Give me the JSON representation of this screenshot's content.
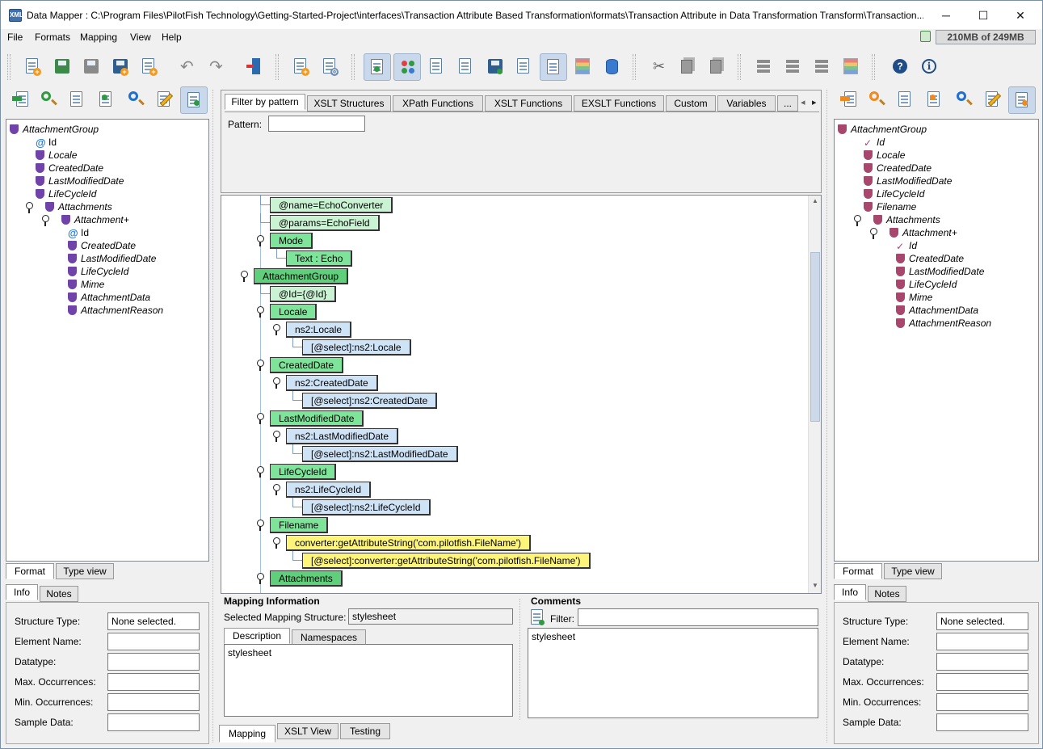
{
  "window": {
    "title": "Data Mapper : C:\\Program Files\\PilotFish Technology\\Getting-Started-Project\\interfaces\\Transaction Attribute Based Transformation\\formats\\Transaction Attribute in Data Transformation Transform\\Transaction...",
    "minimize": "─",
    "maximize": "☐",
    "close": "✕",
    "icon_text": "XML"
  },
  "menu": {
    "file": "File",
    "formats": "Formats",
    "mapping": "Mapping",
    "view": "View",
    "help": "Help"
  },
  "memory": "210MB of 249MB",
  "function_tabs": [
    "Filter by pattern",
    "XSLT Structures",
    "XPath Functions",
    "XSLT Functions",
    "EXSLT Functions",
    "Custom",
    "Variables",
    "..."
  ],
  "tab_arrows": {
    "left": "◂",
    "right": "▸"
  },
  "pattern": {
    "label": "Pattern:",
    "value": ""
  },
  "source_tree": [
    {
      "label": "AttachmentGroup",
      "icon": "element-icon",
      "level": 0,
      "key": false,
      "italic": true
    },
    {
      "label": "Id",
      "icon": "attribute-icon",
      "level": 1,
      "key": false,
      "italic": false
    },
    {
      "label": "Locale",
      "icon": "element-icon",
      "level": 1,
      "key": false,
      "italic": true
    },
    {
      "label": "CreatedDate",
      "icon": "element-icon",
      "level": 1,
      "key": false,
      "italic": true
    },
    {
      "label": "LastModifiedDate",
      "icon": "element-icon",
      "level": 1,
      "key": false,
      "italic": true
    },
    {
      "label": "LifeCycleId",
      "icon": "element-icon",
      "level": 1,
      "key": false,
      "italic": true
    },
    {
      "label": "Attachments",
      "icon": "element-icon",
      "level": 1,
      "key": true,
      "italic": true
    },
    {
      "label": "Attachment+",
      "icon": "element-icon",
      "level": 2,
      "key": true,
      "italic": true
    },
    {
      "label": "Id",
      "icon": "attribute-icon",
      "level": 3,
      "key": false,
      "italic": false
    },
    {
      "label": "CreatedDate",
      "icon": "element-icon",
      "level": 3,
      "key": false,
      "italic": true
    },
    {
      "label": "LastModifiedDate",
      "icon": "element-icon",
      "level": 3,
      "key": false,
      "italic": true
    },
    {
      "label": "LifeCycleId",
      "icon": "element-icon",
      "level": 3,
      "key": false,
      "italic": true
    },
    {
      "label": "Mime",
      "icon": "element-icon",
      "level": 3,
      "key": false,
      "italic": true
    },
    {
      "label": "AttachmentData",
      "icon": "element-icon",
      "level": 3,
      "key": false,
      "italic": true
    },
    {
      "label": "AttachmentReason",
      "icon": "element-icon",
      "level": 3,
      "key": false,
      "italic": true
    }
  ],
  "target_tree": [
    {
      "label": "AttachmentGroup",
      "icon": "element-icon",
      "level": 0,
      "key": false
    },
    {
      "label": "Id",
      "icon": "required-attribute-icon",
      "level": 1,
      "key": false
    },
    {
      "label": "Locale",
      "icon": "element-icon",
      "level": 1,
      "key": false
    },
    {
      "label": "CreatedDate",
      "icon": "element-icon",
      "level": 1,
      "key": false
    },
    {
      "label": "LastModifiedDate",
      "icon": "element-icon",
      "level": 1,
      "key": false
    },
    {
      "label": "LifeCycleId",
      "icon": "element-icon",
      "level": 1,
      "key": false
    },
    {
      "label": "Filename",
      "icon": "element-icon",
      "level": 1,
      "key": false
    },
    {
      "label": "Attachments",
      "icon": "element-icon",
      "level": 1,
      "key": true
    },
    {
      "label": "Attachment+",
      "icon": "element-icon",
      "level": 2,
      "key": true
    },
    {
      "label": "Id",
      "icon": "required-attribute-icon",
      "level": 3,
      "key": false
    },
    {
      "label": "CreatedDate",
      "icon": "element-icon",
      "level": 3,
      "key": false
    },
    {
      "label": "LastModifiedDate",
      "icon": "element-icon",
      "level": 3,
      "key": false
    },
    {
      "label": "LifeCycleId",
      "icon": "element-icon",
      "level": 3,
      "key": false
    },
    {
      "label": "Mime",
      "icon": "element-icon",
      "level": 3,
      "key": false
    },
    {
      "label": "AttachmentData",
      "icon": "element-icon",
      "level": 3,
      "key": false
    },
    {
      "label": "AttachmentReason",
      "icon": "element-icon",
      "level": 3,
      "key": false
    }
  ],
  "mapping_nodes": [
    {
      "label": "@name=EchoConverter",
      "color": "lightgreen",
      "level": 2,
      "key": false
    },
    {
      "label": "@params=EchoField",
      "color": "lightgreen",
      "level": 2,
      "key": false
    },
    {
      "label": "Mode",
      "color": "green",
      "level": 2,
      "key": true
    },
    {
      "label": "Text : Echo",
      "color": "green",
      "level": 3,
      "key": false
    },
    {
      "label": "AttachmentGroup",
      "color": "dgreen",
      "level": 1,
      "key": true
    },
    {
      "label": "@Id={@Id}",
      "color": "lightgreen",
      "level": 2,
      "key": false
    },
    {
      "label": "Locale",
      "color": "green",
      "level": 2,
      "key": true
    },
    {
      "label": "ns2:Locale",
      "color": "blue",
      "level": 3,
      "key": true
    },
    {
      "label": "[@select]:ns2:Locale",
      "color": "blue",
      "level": 4,
      "key": false
    },
    {
      "label": "CreatedDate",
      "color": "green",
      "level": 2,
      "key": true
    },
    {
      "label": "ns2:CreatedDate",
      "color": "blue",
      "level": 3,
      "key": true
    },
    {
      "label": "[@select]:ns2:CreatedDate",
      "color": "blue",
      "level": 4,
      "key": false
    },
    {
      "label": "LastModifiedDate",
      "color": "green",
      "level": 2,
      "key": true
    },
    {
      "label": "ns2:LastModifiedDate",
      "color": "blue",
      "level": 3,
      "key": true
    },
    {
      "label": "[@select]:ns2:LastModifiedDate",
      "color": "blue",
      "level": 4,
      "key": false
    },
    {
      "label": "LifeCycleId",
      "color": "green",
      "level": 2,
      "key": true
    },
    {
      "label": "ns2:LifeCycleId",
      "color": "blue",
      "level": 3,
      "key": true
    },
    {
      "label": "[@select]:ns2:LifeCycleId",
      "color": "blue",
      "level": 4,
      "key": false
    },
    {
      "label": "Filename",
      "color": "green",
      "level": 2,
      "key": true
    },
    {
      "label": "converter:getAttributeString('com.pilotfish.FileName')",
      "color": "yellow",
      "level": 3,
      "key": true
    },
    {
      "label": "[@select]:converter:getAttributeString('com.pilotfish.FileName')",
      "color": "yellow",
      "level": 4,
      "key": false
    },
    {
      "label": "Attachments",
      "color": "dgreen",
      "level": 2,
      "key": true
    }
  ],
  "left_panel": {
    "tree_tabs": [
      "Format",
      "Type view"
    ],
    "info_tabs": [
      "Info",
      "Notes"
    ],
    "fields": [
      {
        "label": "Structure Type:",
        "value": "None selected."
      },
      {
        "label": "Element Name:",
        "value": ""
      },
      {
        "label": "Datatype:",
        "value": ""
      },
      {
        "label": "Max. Occurrences:",
        "value": ""
      },
      {
        "label": "Min. Occurrences:",
        "value": ""
      },
      {
        "label": "Sample Data:",
        "value": ""
      }
    ]
  },
  "right_panel": {
    "tree_tabs": [
      "Format",
      "Type view"
    ],
    "info_tabs": [
      "Info",
      "Notes"
    ],
    "fields": [
      {
        "label": "Structure Type:",
        "value": "None selected."
      },
      {
        "label": "Element Name:",
        "value": ""
      },
      {
        "label": "Datatype:",
        "value": ""
      },
      {
        "label": "Max. Occurrences:",
        "value": ""
      },
      {
        "label": "Min. Occurrences:",
        "value": ""
      },
      {
        "label": "Sample Data:",
        "value": ""
      }
    ]
  },
  "mapping_info": {
    "title": "Mapping Information",
    "structure_label": "Selected Mapping Structure:",
    "structure_value": "stylesheet",
    "tabs": [
      "Description",
      "Namespaces"
    ],
    "description": "stylesheet"
  },
  "comments": {
    "title": "Comments",
    "filter_label": "Filter:",
    "filter_value": "",
    "text": "stylesheet"
  },
  "bottom_tabs": [
    "Mapping",
    "XSLT View",
    "Testing"
  ],
  "colors": {
    "green": "#7ee49a",
    "lightgreen": "#c9f3d3",
    "dgreen": "#5fcf7c",
    "blue": "#cfe3f7",
    "yellow": "#fdf47a"
  }
}
